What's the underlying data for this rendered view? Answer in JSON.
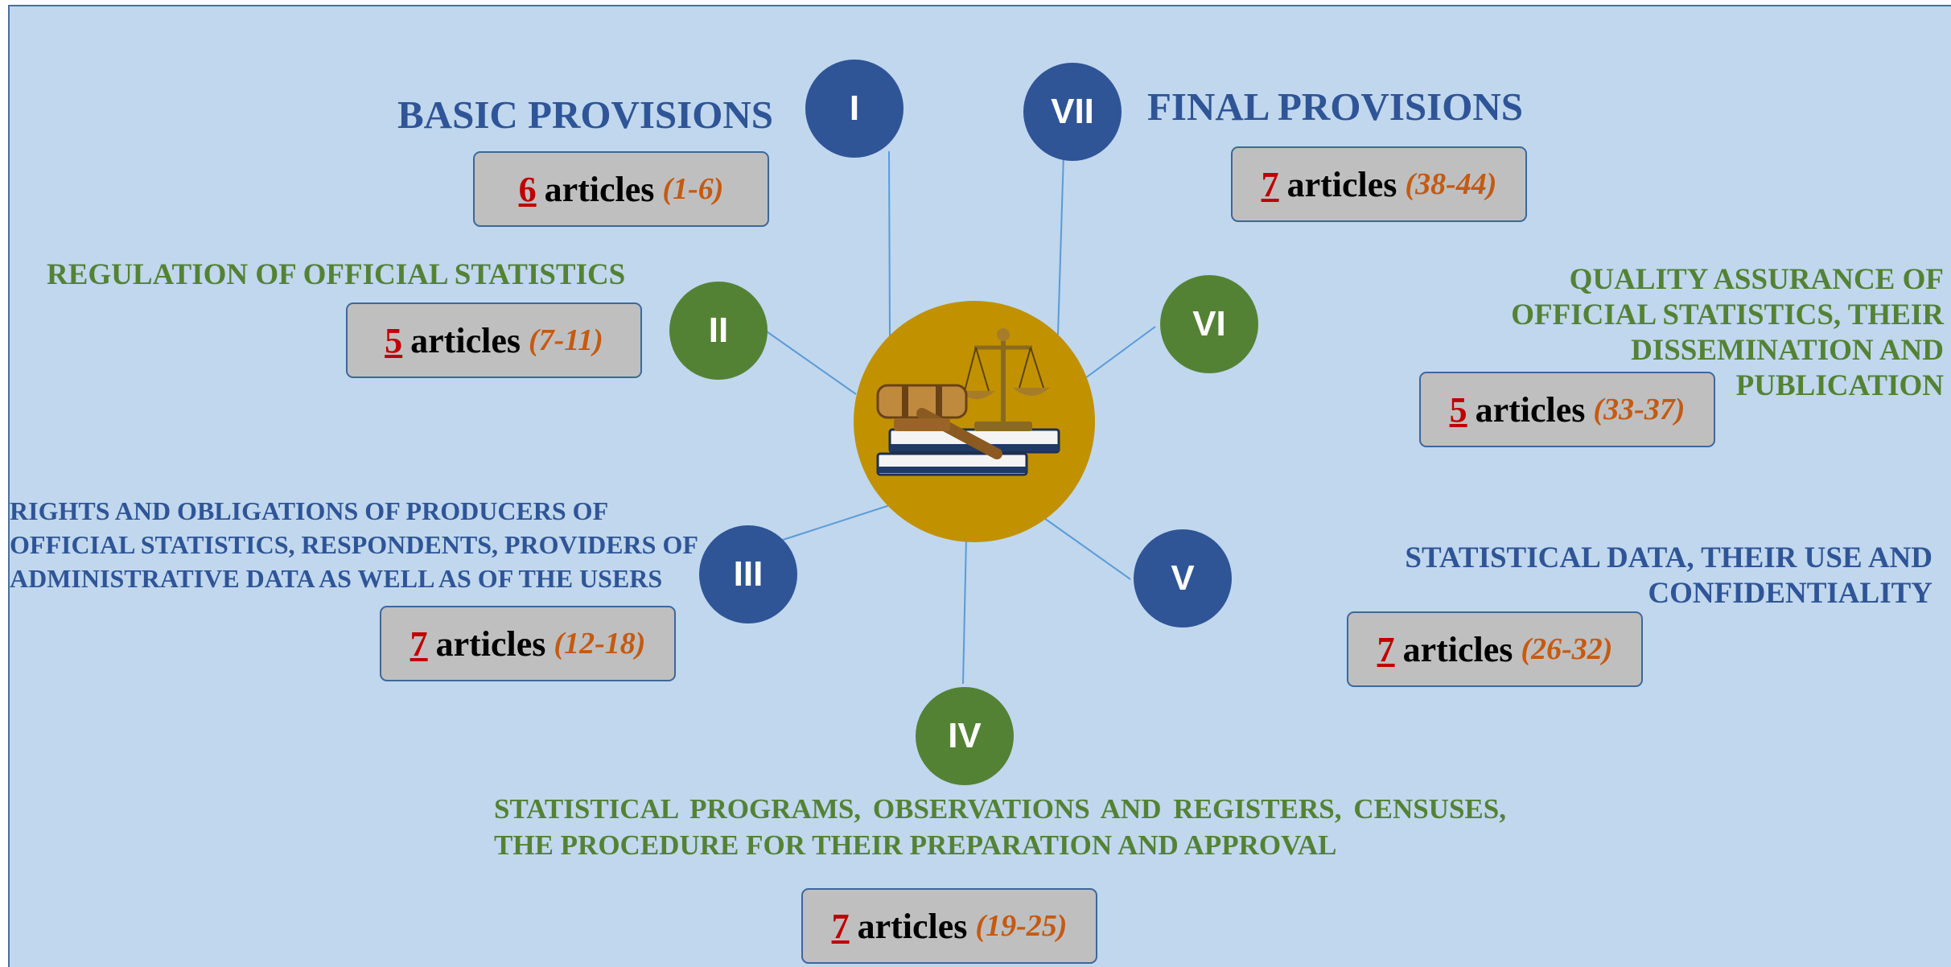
{
  "colors": {
    "background": "#c0d7ee",
    "blue_node": "#2f5597",
    "green_node": "#548235",
    "hub": "#c19100",
    "box_fill": "#bfbfbf",
    "count": "#c00000",
    "range": "#c55a11"
  },
  "hub": {
    "icon": "gavel-scales-books-icon"
  },
  "sections": [
    {
      "numeral": "I",
      "title": "BASIC PROVISIONS",
      "count": "6",
      "word": "articles",
      "range": "(1-6)",
      "color": "blue"
    },
    {
      "numeral": "II",
      "title": "REGULATION OF OFFICIAL STATISTICS",
      "count": "5",
      "word": "articles",
      "range": "(7-11)",
      "color": "green"
    },
    {
      "numeral": "III",
      "title": "RIGHTS AND OBLIGATIONS OF PRODUCERS OF OFFICIAL STATISTICS, RESPONDENTS, PROVIDERS OF ADMINISTRATIVE DATA AS WELL AS OF THE USERS",
      "count": "7",
      "word": "articles",
      "range": "(12-18)",
      "color": "blue"
    },
    {
      "numeral": "IV",
      "title": "STATISTICAL PROGRAMS, OBSERVATIONS AND REGISTERS, CENSUSES, THE PROCEDURE FOR THEIR PREPARATION AND APPROVAL",
      "count": "7",
      "word": "articles",
      "range": "(19-25)",
      "color": "green"
    },
    {
      "numeral": "V",
      "title": "STATISTICAL DATA, THEIR USE AND CONFIDENTIALITY",
      "count": "7",
      "word": "articles",
      "range": "(26-32)",
      "color": "blue"
    },
    {
      "numeral": "VI",
      "title": "QUALITY ASSURANCE OF OFFICIAL STATISTICS, THEIR DISSEMINATION AND PUBLICATION",
      "count": "5",
      "word": "articles",
      "range": "(33-37)",
      "color": "green"
    },
    {
      "numeral": "VII",
      "title": "FINAL PROVISIONS",
      "count": "7",
      "word": "articles",
      "range": "(38-44)",
      "color": "blue"
    }
  ]
}
